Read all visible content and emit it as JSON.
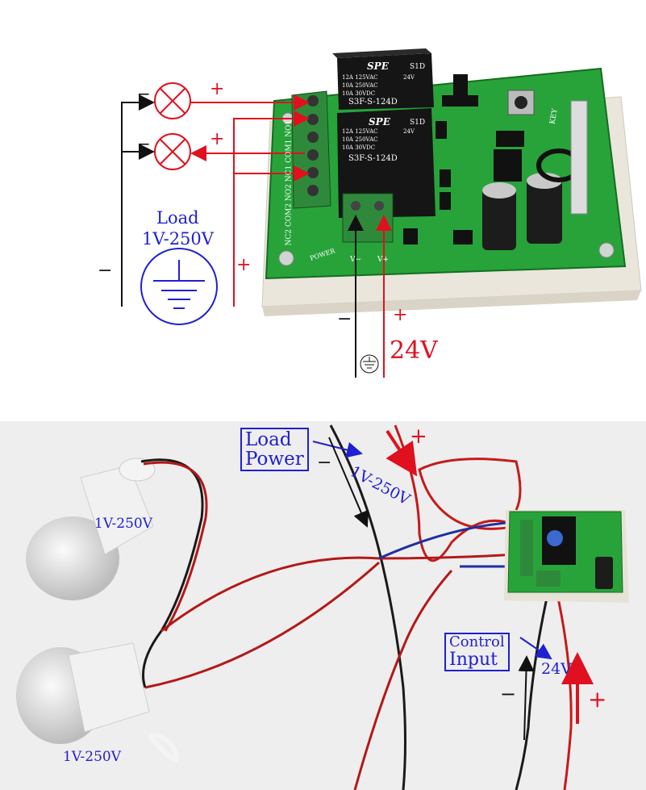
{
  "top_diagram": {
    "load_label": "Load",
    "load_range": "1V-250V",
    "supply_voltage": "24V",
    "minus": "−",
    "plus": "+",
    "relay_brand": "SPE",
    "relay_code": "S1D",
    "relay_rating_lines": [
      "12A 125VAC",
      "10A 250VAC",
      "10A 30VDC"
    ],
    "relay_coil": "24V",
    "relay_model": "S3F-S-124D",
    "terminal_labels": "NC2 COM2 NO2 NC1 COM1 NO1",
    "power_label": "POWER",
    "v_minus": "V−",
    "v_plus": "V+",
    "key_label": "KEY"
  },
  "bottom_photo": {
    "load_power_line1": "Load",
    "load_power_line2": "Power",
    "load_range_arrow": "1V-250V",
    "bulb1_label": "1V-250V",
    "bulb2_label": "1V-250V",
    "control_line1": "Control",
    "control_line2": "Input",
    "control_voltage": "24V",
    "minus": "−",
    "plus": "+"
  }
}
